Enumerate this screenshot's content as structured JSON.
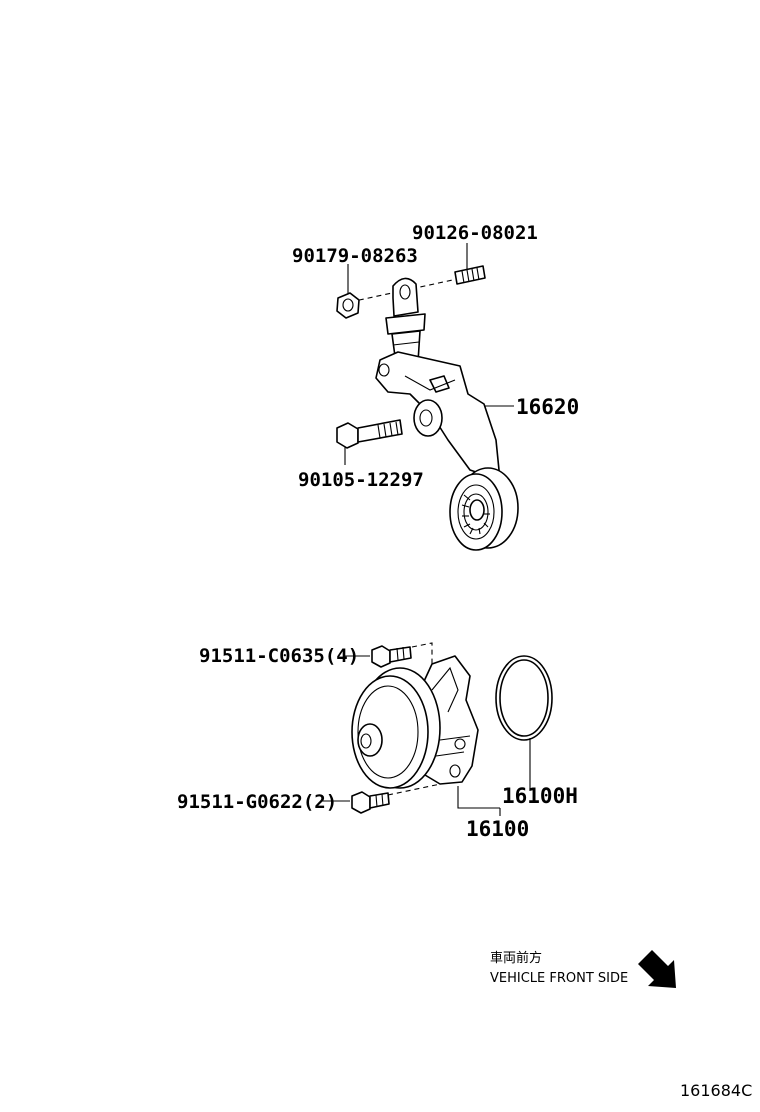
{
  "parts": {
    "nut_top": "90179-08263",
    "stud_top": "90126-08021",
    "tensioner": "16620",
    "bolt_tensioner": "90105-12297",
    "bolt_pump_upper": "91511-C0635(4)",
    "bolt_pump_lower": "91511-G0622(2)",
    "gasket": "16100H",
    "water_pump": "16100"
  },
  "direction_note": {
    "japanese": "車両前方",
    "english": "VEHICLE FRONT SIDE"
  },
  "figure_ref": "161684C",
  "icons": {
    "direction": "arrow-down-right-icon"
  }
}
